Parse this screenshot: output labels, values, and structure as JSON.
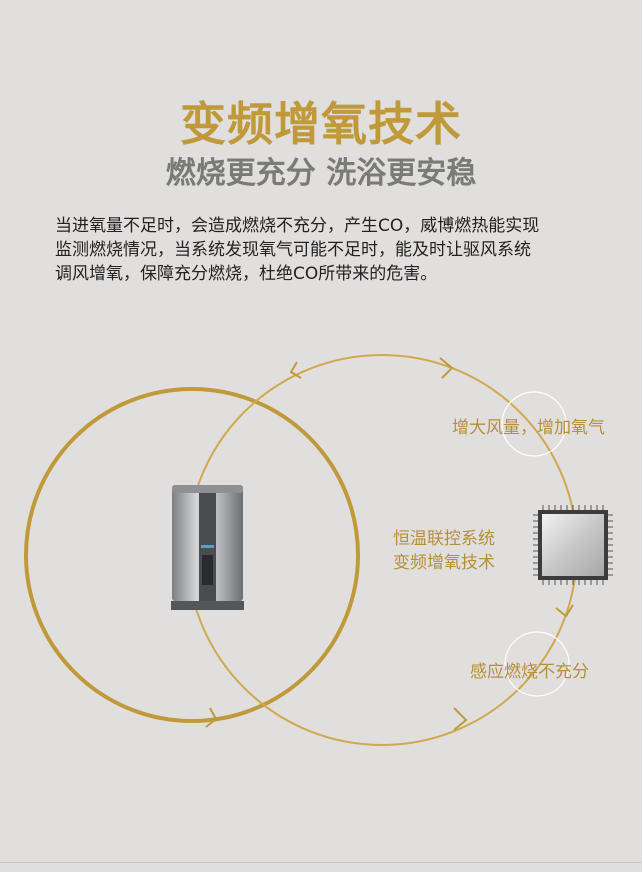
{
  "header": {
    "title": "变频增氧技术",
    "subtitle": "燃烧更充分 洗浴更安稳"
  },
  "description": {
    "lines": [
      "当进氧量不足时，会造成燃烧不充分，产生CO，威博燃热能实现",
      "监测燃烧情况，当系统发现氧气可能不足时，能及时让驱风系统",
      "调风增氧，保障充分燃烧，杜绝CO所带来的危害。"
    ]
  },
  "diagram": {
    "label_increase_air": "增大风量，增加氧气",
    "label_center_line1": "恒温联控系统",
    "label_center_line2": "变频增氧技术",
    "label_detect": "感应燃烧不充分",
    "colors": {
      "gold": "#c09a3a",
      "thin_line": "#d0a850",
      "background": "#e1dfdd"
    },
    "icons": [
      "water-heater-image",
      "chip-icon",
      "arrow-icon"
    ]
  }
}
